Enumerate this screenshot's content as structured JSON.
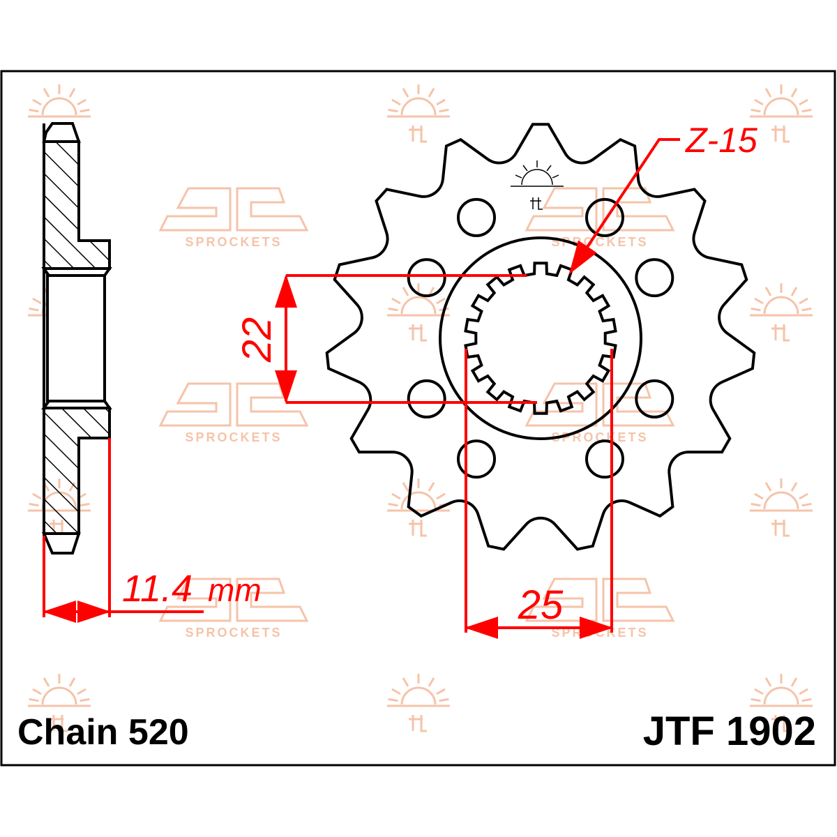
{
  "drawing": {
    "chain_label": "Chain 520",
    "part_number": "JTF 1902",
    "teeth_label": "Z-15",
    "teeth_count": 15,
    "spline_teeth": 18,
    "bolt_holes": 8,
    "dimensions": {
      "spline_inner": "22",
      "spline_outer": "25",
      "thickness_value": "11.4",
      "thickness_unit": "mm"
    }
  },
  "watermark": {
    "text": "SPROCKETS",
    "brand": "JT"
  },
  "colors": {
    "outline": "#000000",
    "dimension": "#ff0000",
    "watermark": "#f5c3a9",
    "background": "#ffffff"
  }
}
